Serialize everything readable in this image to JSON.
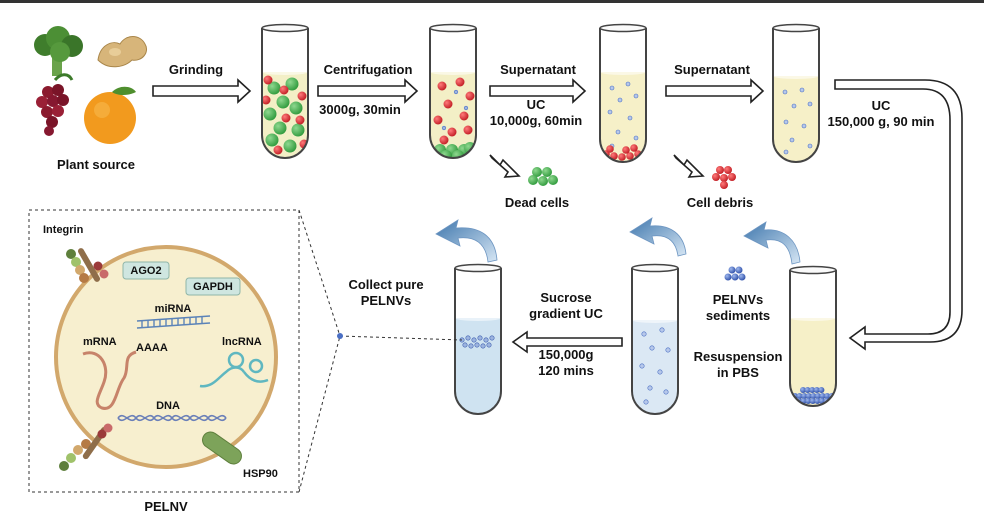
{
  "steps": {
    "plant_source": "Plant source",
    "grinding": "Grinding",
    "centrifugation": "Centrifugation",
    "centrifugation_params": "3000g, 30min",
    "supernatant_1": "Supernatant",
    "uc_1": "UC",
    "uc_1_params": "10,000g, 60min",
    "supernatant_2": "Supernatant",
    "uc_2": "UC",
    "uc_2_params": "150,000 g, 90 min",
    "dead_cells": "Dead cells",
    "cell_debris": "Cell debris",
    "pelnvs_sediments_1": "PELNVs",
    "pelnvs_sediments_2": "sediments",
    "resuspension_1": "Resuspension",
    "resuspension_2": "in PBS",
    "sucrose_1": "Sucrose",
    "sucrose_2": "gradient UC",
    "sucrose_params_1": "150,000g",
    "sucrose_params_2": "120 mins",
    "collect_1": "Collect pure",
    "collect_2": "PELNVs"
  },
  "vesicle": {
    "title": "PELNV",
    "integrin": "Integrin",
    "ago2": "AGO2",
    "gapdh": "GAPDH",
    "mirna": "miRNA",
    "mrna": "mRNA",
    "aaaa": "AAAA",
    "lncrna": "lncRNA",
    "dna": "DNA",
    "hsp90": "HSP90"
  },
  "colors": {
    "green_particle": "#3fae49",
    "red_particle": "#d9232a",
    "vesicle_fill": "#f7efcf",
    "vesicle_border": "#d2a86c",
    "supernatant": "#f6f0c8",
    "sucrose": "#cfe3f1",
    "arrow_blue": "#7fa9cf",
    "label_box": "#cfe6e0"
  }
}
